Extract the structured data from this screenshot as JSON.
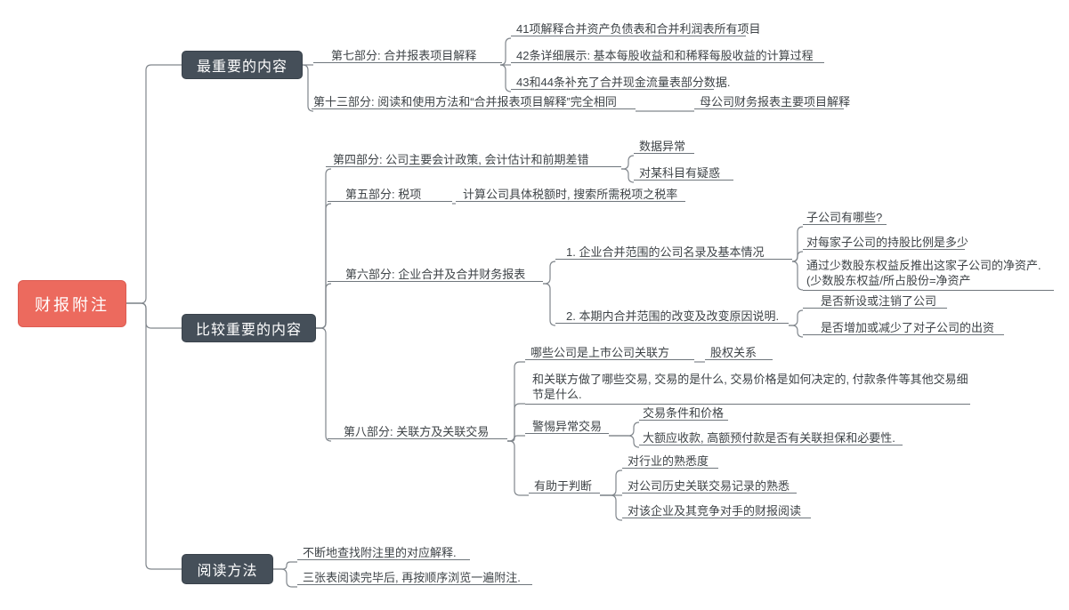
{
  "colors": {
    "root_bg": "#ec6a5e",
    "branch_bg": "#454f59",
    "line": "#80868c",
    "text": "#3e4347"
  },
  "root": {
    "label": "财报附注"
  },
  "branches": [
    {
      "label": "最重要的内容",
      "children": [
        {
          "label": "第七部分: 合并报表项目解释",
          "children": [
            {
              "label": "41项解释合并资产负债表和合并利润表所有项目"
            },
            {
              "label": "42条详细展示: 基本每股收益和和稀释每股收益的计算过程"
            },
            {
              "label": "43和44条补充了合并现金流量表部分数据."
            }
          ]
        },
        {
          "label": "第十三部分: 阅读和使用方法和“合并报表项目解释”完全相同",
          "children": [
            {
              "label": "母公司财务报表主要项目解释"
            }
          ]
        }
      ]
    },
    {
      "label": "比较重要的内容",
      "children": [
        {
          "label": "第四部分: 公司主要会计政策, 会计估计和前期差错",
          "children": [
            {
              "label": "数据异常"
            },
            {
              "label": "对某科目有疑惑"
            }
          ]
        },
        {
          "label": "第五部分: 税项",
          "children": [
            {
              "label": "计算公司具体税额时, 搜索所需税项之税率"
            }
          ]
        },
        {
          "label": "第六部分: 企业合并及合并财务报表",
          "children": [
            {
              "label": "1. 企业合并范围的公司名录及基本情况",
              "children": [
                {
                  "label": "子公司有哪些?"
                },
                {
                  "label": "对每家子公司的持股比例是多少"
                },
                {
                  "line1": "通过少数股东权益反推出这家子公司的净资产.",
                  "line2": "(少数股东权益/所占股份=净资产"
                }
              ]
            },
            {
              "label": "2. 本期内合并范围的改变及改变原因说明.",
              "children": [
                {
                  "label": "是否新设或注销了公司"
                },
                {
                  "label": "是否增加或减少了对子公司的出资"
                }
              ]
            }
          ]
        },
        {
          "label": "第八部分: 关联方及关联交易",
          "children": [
            {
              "label": "哪些公司是上市公司关联方",
              "children": [
                {
                  "label": "股权关系"
                }
              ]
            },
            {
              "line1": "和关联方做了哪些交易, 交易的是什么, 交易价格是如何决定的, 付款条件等其他交易细",
              "line2": "节是什么."
            },
            {
              "label": "警惕异常交易",
              "children": [
                {
                  "label": "交易条件和价格"
                },
                {
                  "label": "大额应收款, 高额预付款是否有关联担保和必要性."
                }
              ]
            },
            {
              "label": "有助于判断",
              "children": [
                {
                  "label": "对行业的熟悉度"
                },
                {
                  "label": "对公司历史关联交易记录的熟悉"
                },
                {
                  "label": "对该企业及其竞争对手的财报阅读"
                }
              ]
            }
          ]
        }
      ]
    },
    {
      "label": "阅读方法",
      "children": [
        {
          "label": "不断地查找附注里的对应解释."
        },
        {
          "label": "三张表阅读完毕后, 再按顺序浏览一遍附注."
        }
      ]
    }
  ]
}
